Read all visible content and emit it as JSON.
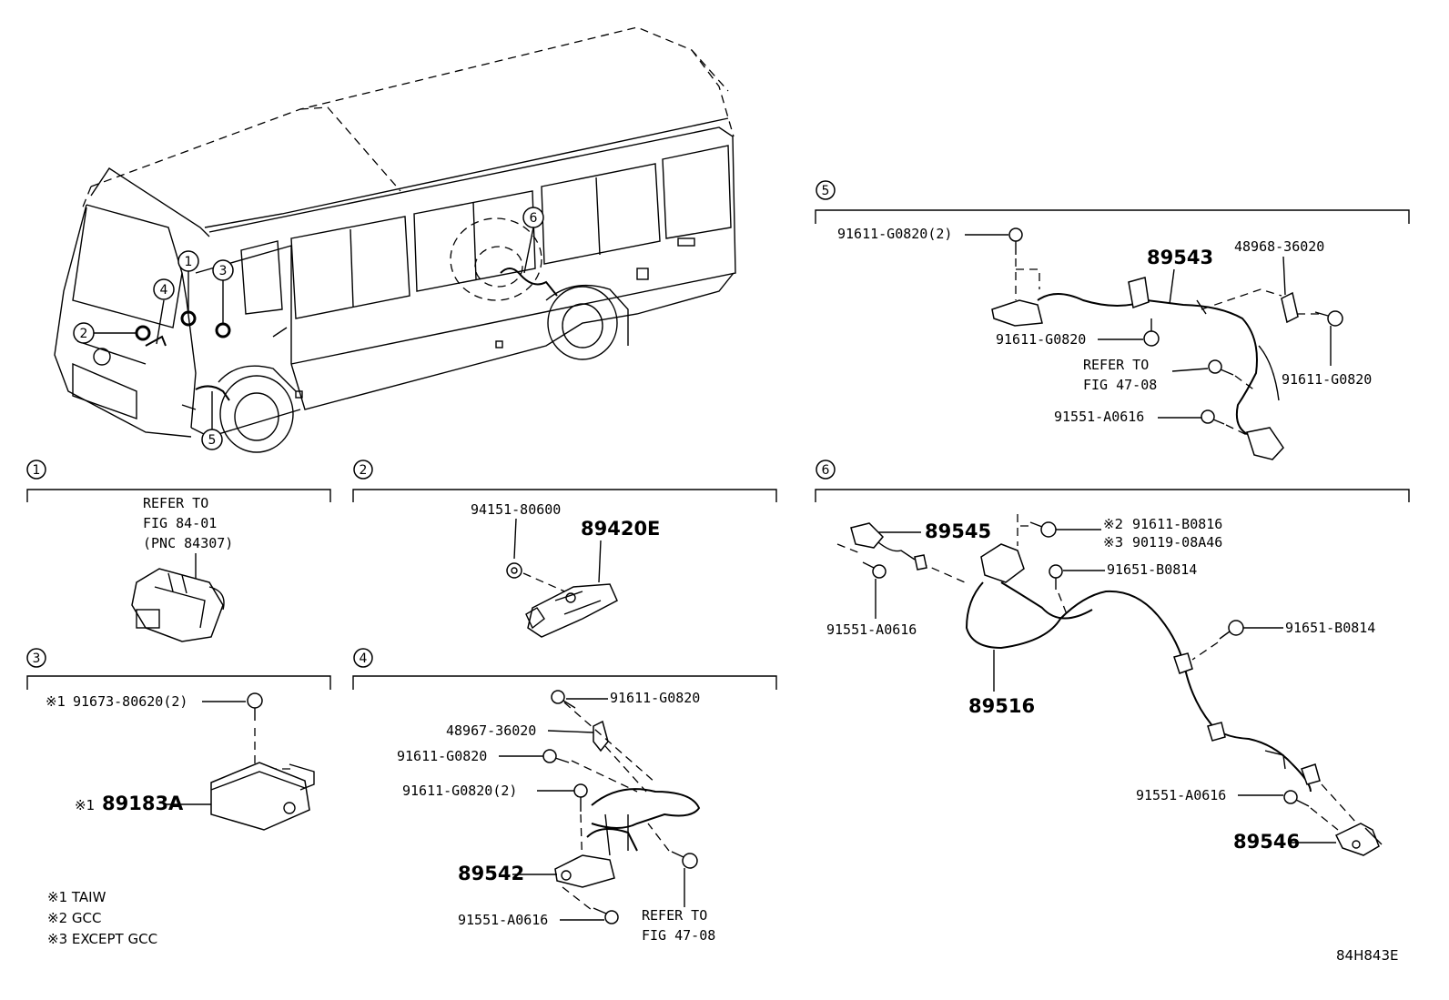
{
  "diagram_code": "84H843E",
  "notes": [
    "※1 TAIW",
    "※2 GCC",
    "※3 EXCEPT GCC"
  ],
  "vehicle_callouts": [
    "1",
    "2",
    "3",
    "4",
    "5",
    "6"
  ],
  "sections": {
    "s1": {
      "index": "1",
      "refer": [
        "REFER TO",
        "FIG 84-01",
        "(PNC 84307)"
      ]
    },
    "s2": {
      "index": "2",
      "nut": "94151-80600",
      "sensor": "89420E"
    },
    "s3": {
      "index": "3",
      "bolt": "91673-80620(2)",
      "bolt_mark": "※1",
      "sensor": "89183A",
      "sensor_mark": "※1"
    },
    "s4": {
      "index": "4",
      "bolt_top": "91611-G0820",
      "bracket": "48967-36020",
      "bolt_mid": "91611-G0820",
      "bolt_pair": "91611-G0820(2)",
      "harness": "89542",
      "bolt_bottom": "91551-A0616",
      "refer": [
        "REFER TO",
        "FIG 47-08"
      ]
    },
    "s5": {
      "index": "5",
      "bolt_pair": "91611-G0820(2)",
      "harness": "89543",
      "bracket": "48968-36020",
      "bolt_mid": "91611-G0820",
      "refer": [
        "REFER TO",
        "FIG 47-08"
      ],
      "bolt_right": "91611-G0820",
      "bolt_bottom": "91551-A0616"
    },
    "s6": {
      "index": "6",
      "sensor_front": "89545",
      "gcc_mark": "※2",
      "gcc_part": "91611-B0816",
      "exgcc_mark": "※3",
      "exgcc_part": "90119-08A46",
      "bolt_a": "91651-B0814",
      "bolt_left": "91551-A0616",
      "bolt_b": "91651-B0814",
      "harness": "89516",
      "bolt_bottom": "91551-A0616",
      "sensor_rear": "89546"
    }
  }
}
